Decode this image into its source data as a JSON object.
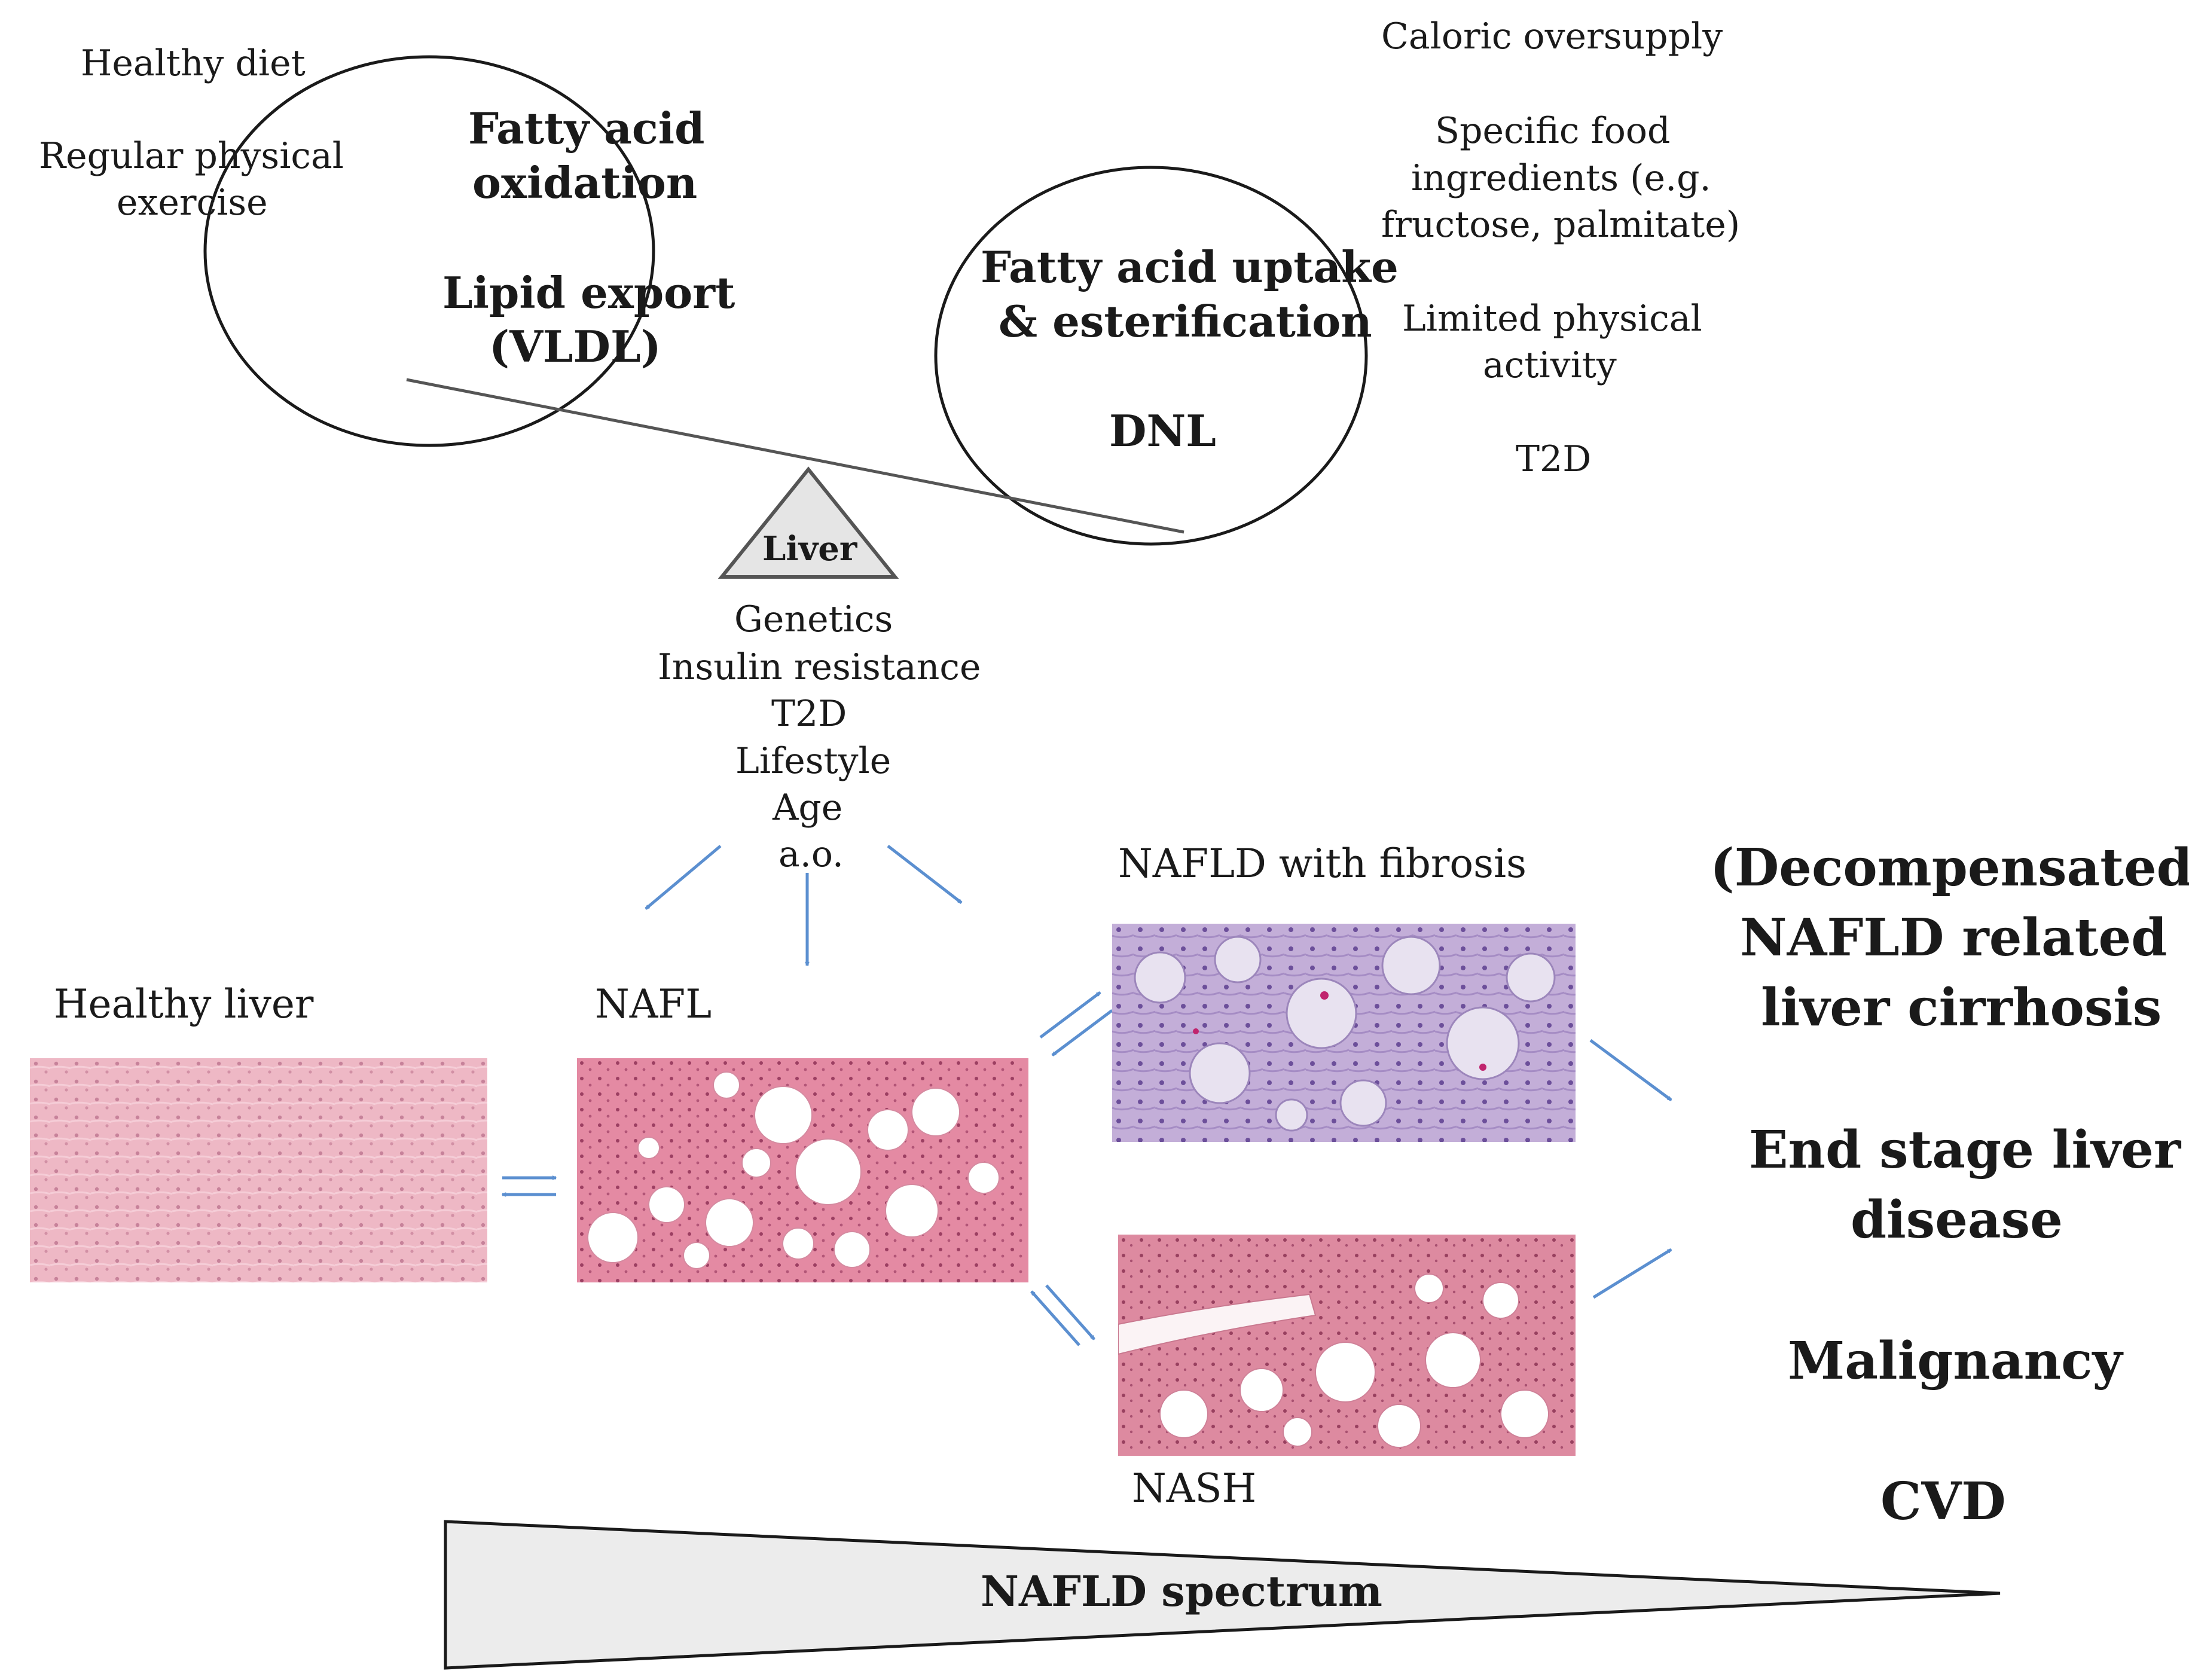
{
  "balance": {
    "left_factors": [
      "Healthy diet",
      "Regular physical",
      "exercise"
    ],
    "right_factors": [
      "Caloric oversupply",
      "Specific food",
      "ingredients (e.g.",
      "fructose, palmitate)",
      "Limited physical",
      "activity",
      "T2D"
    ],
    "left_circle": [
      "Fatty acid",
      "oxidation",
      "Lipid export",
      "(VLDL)"
    ],
    "right_circle": [
      "Fatty acid uptake",
      "& esterification",
      "DNL"
    ],
    "fulcrum_label": "Liver"
  },
  "risk_factors": [
    "Genetics",
    "Insulin resistance",
    "T2D",
    "Lifestyle",
    "Age",
    "a.o."
  ],
  "stages": {
    "healthy": "Healthy liver",
    "nafl": "NAFL",
    "fibrosis": "NAFLD  with fibrosis",
    "nash": "NASH"
  },
  "outcomes": [
    "(Decompensated)",
    "NAFLD related",
    "liver cirrhosis",
    "End stage liver",
    "disease",
    "Malignancy",
    "CVD"
  ],
  "spectrum_label": "NAFLD spectrum",
  "colors": {
    "arrow": "#5b8fd0",
    "he_stain": "#e7a7b7",
    "pas_stain": "#b8a4d2",
    "fulcrum_fill": "#e5e5e5"
  }
}
